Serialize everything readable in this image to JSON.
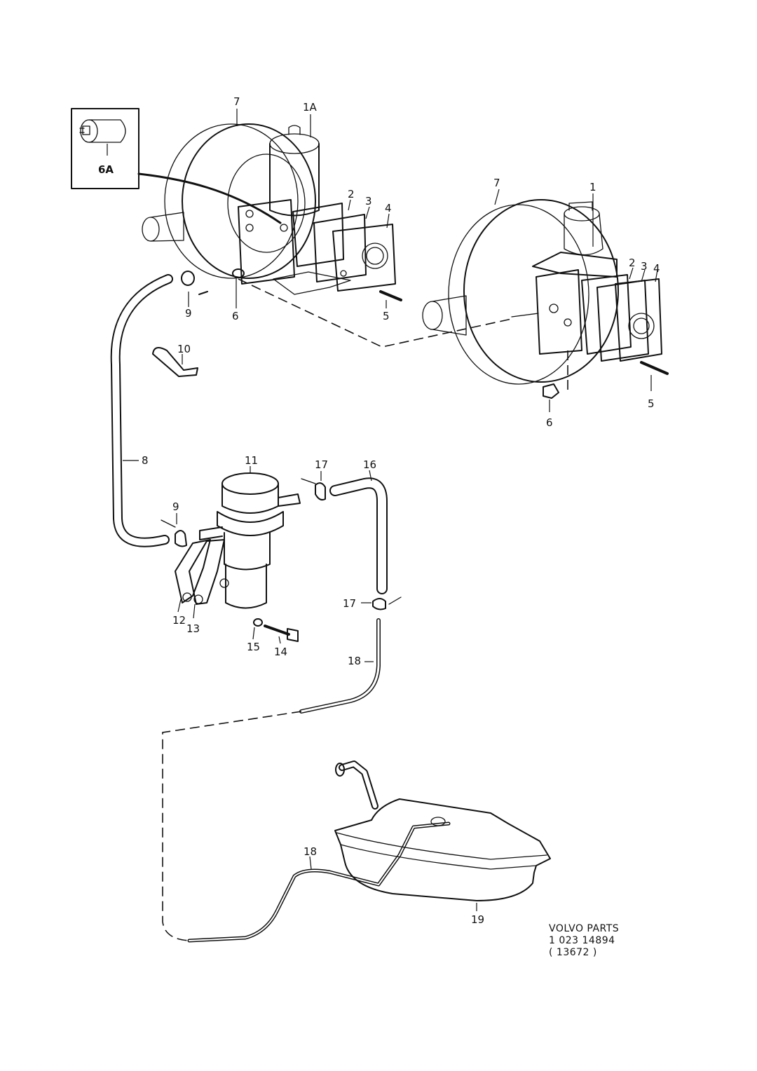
{
  "callouts": {
    "c_7a": "7",
    "c_1A": "1A",
    "c_6A": "6A",
    "c_2a": "2",
    "c_3a": "3",
    "c_4a": "4",
    "c_5a": "5",
    "c_6a": "6",
    "c_9a": "9",
    "c_7b": "7",
    "c_1b": "1",
    "c_2b": "2",
    "c_3b": "3",
    "c_4b": "4",
    "c_5b": "5",
    "c_6b": "6",
    "c_10": "10",
    "c_8": "8",
    "c_11": "11",
    "c_17a": "17",
    "c_16": "16",
    "c_9b": "9",
    "c_17b": "17",
    "c_12": "12",
    "c_13": "13",
    "c_15": "15",
    "c_14": "14",
    "c_18a": "18",
    "c_18b": "18",
    "c_19": "19"
  },
  "reference": {
    "line1": "VOLVO PARTS",
    "line2": "1 023 14894",
    "line3": "( 13672 )"
  },
  "colors": {
    "ink": "#111111",
    "paper": "#ffffff"
  }
}
